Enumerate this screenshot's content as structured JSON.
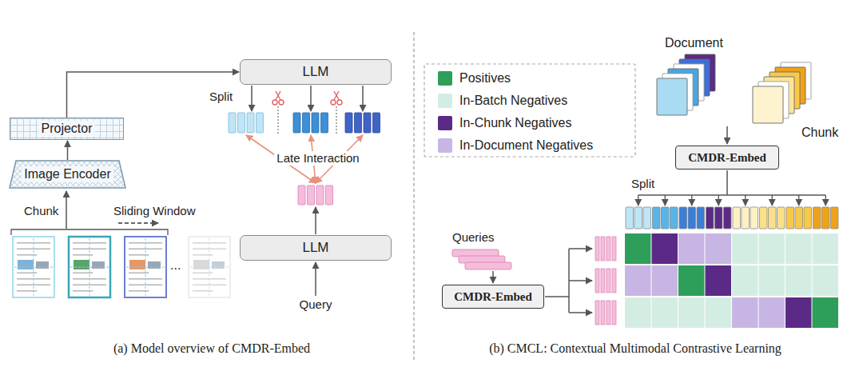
{
  "diagram": {
    "nodes": [
      {
        "text": [
          "LLM"
        ]
      },
      {
        "text": [
          "Projector"
        ]
      },
      {
        "text": [
          "Image Encoder"
        ]
      },
      {
        "text": [
          "LLM"
        ]
      },
      {
        "text": [
          "CMDR-Embed"
        ]
      },
      {
        "text": [
          "CMDR-Embed"
        ]
      }
    ],
    "edges": [
      {
        "from": 2,
        "to": 1,
        "arrow": "to"
      },
      {
        "from": 1,
        "to": 0,
        "arrow": "to"
      }
    ],
    "labels": [
      "Split",
      "Late Interaction",
      "Chunk",
      "Sliding Window",
      "Query",
      "...",
      "Document",
      "Chunk",
      "Split",
      "Queries",
      "(a) Model overview of CMDR-Embed",
      "(b) CMCL: Contextual Multimodal Contrastive Learning"
    ],
    "legend": [
      {
        "text": "Positives",
        "color": "#2e9e5b"
      },
      {
        "text": "In-Batch Negatives",
        "color": "#d4ede3"
      },
      {
        "text": "In-Chunk Negatives",
        "color": "#5b2a86"
      },
      {
        "text": "In-Document Negatives",
        "color": "#c7b6e3"
      }
    ]
  }
}
